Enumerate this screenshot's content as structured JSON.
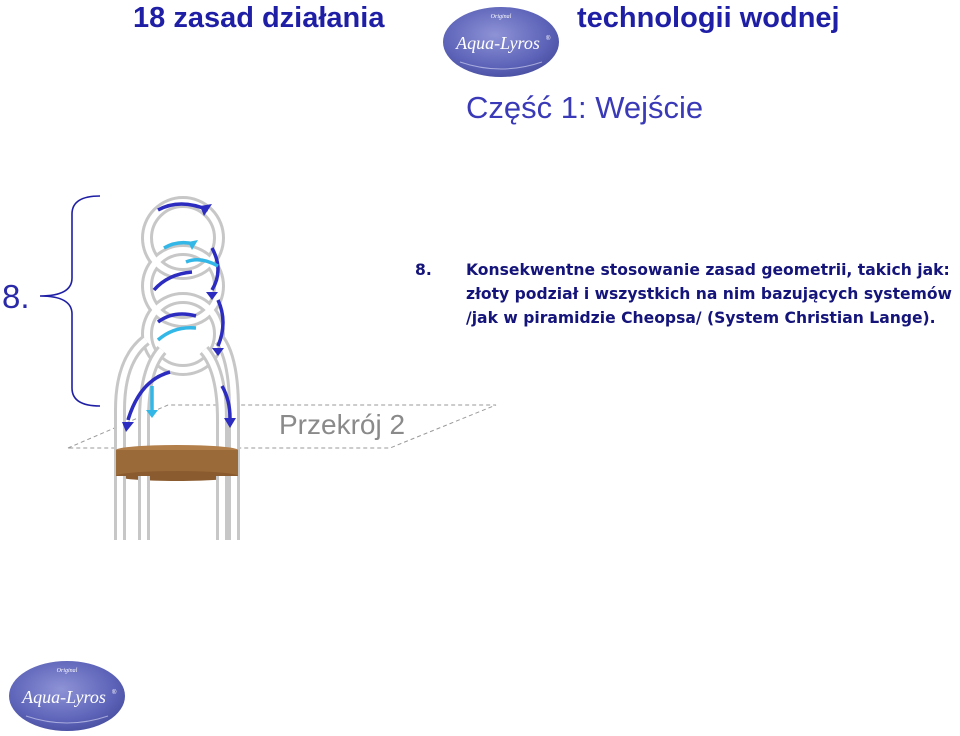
{
  "header": {
    "title_left": "18 zasad działania",
    "title_right": "technologii wodnej",
    "subtitle": "Część 1: Wejście"
  },
  "logo": {
    "brand": "Aqua-Lyros",
    "tagline": "Original",
    "registered": "®"
  },
  "principle": {
    "big_number": "8.",
    "number": "8.",
    "text": "Konsekwentne stosowanie zasad geometrii, takich jak: złoty podział i wszystkich na nim bazujących systemów /jak w piramidzie Cheopsa/ (System Christian Lange)."
  },
  "diagram": {
    "section_label": "Przekrój 2"
  },
  "colors": {
    "title": "#1f1fa6",
    "text": "#14147a",
    "logo": "#5d63b8",
    "arrow_dark": "#2c2cc0",
    "arrow_light": "#33b7e6",
    "ring": "#c7c7c7",
    "base": "#9b6a39"
  }
}
